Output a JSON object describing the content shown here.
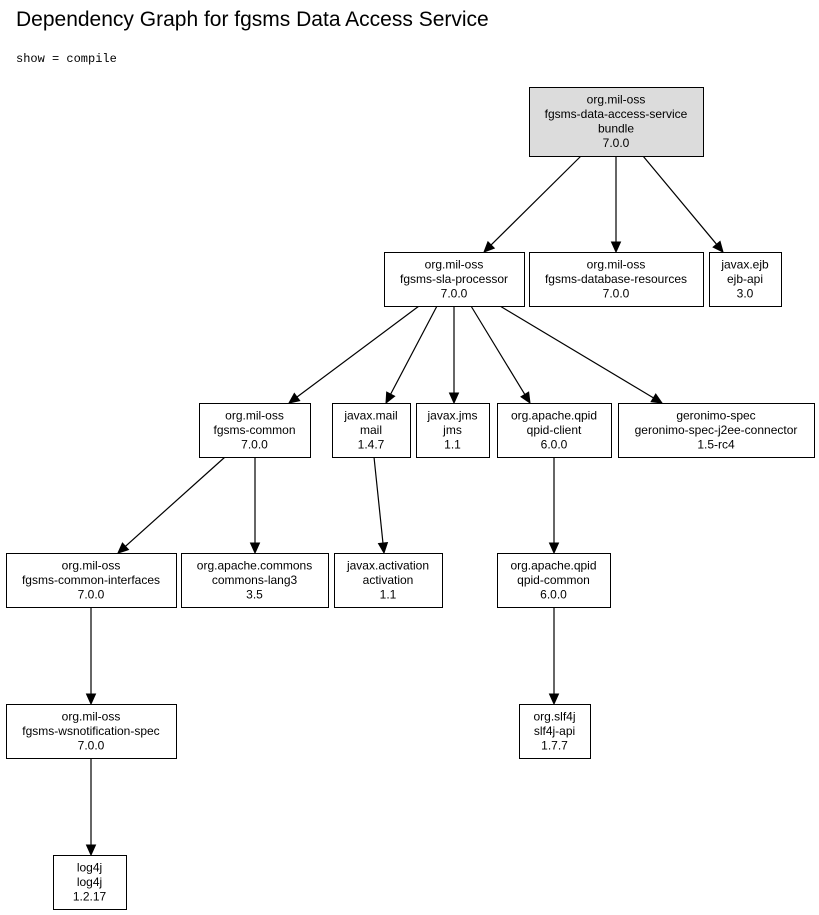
{
  "title": "Dependency Graph for fgsms Data Access Service",
  "subtitle": "show = compile",
  "colors": {
    "root_fill": "#dcdcdc",
    "node_fill": "#ffffff",
    "stroke": "#000000"
  },
  "nodes": [
    {
      "id": "root",
      "lines": [
        "org.mil-oss",
        "fgsms-data-access-service",
        "bundle",
        "7.0.0"
      ],
      "root": true
    },
    {
      "id": "sla",
      "lines": [
        "org.mil-oss",
        "fgsms-sla-processor",
        "7.0.0"
      ]
    },
    {
      "id": "dbres",
      "lines": [
        "org.mil-oss",
        "fgsms-database-resources",
        "7.0.0"
      ]
    },
    {
      "id": "ejb",
      "lines": [
        "javax.ejb",
        "ejb-api",
        "3.0"
      ]
    },
    {
      "id": "common",
      "lines": [
        "org.mil-oss",
        "fgsms-common",
        "7.0.0"
      ]
    },
    {
      "id": "mail",
      "lines": [
        "javax.mail",
        "mail",
        "1.4.7"
      ]
    },
    {
      "id": "jms",
      "lines": [
        "javax.jms",
        "jms",
        "1.1"
      ]
    },
    {
      "id": "qpidclient",
      "lines": [
        "org.apache.qpid",
        "qpid-client",
        "6.0.0"
      ]
    },
    {
      "id": "geronimo",
      "lines": [
        "geronimo-spec",
        "geronimo-spec-j2ee-connector",
        "1.5-rc4"
      ]
    },
    {
      "id": "ifaces",
      "lines": [
        "org.mil-oss",
        "fgsms-common-interfaces",
        "7.0.0"
      ]
    },
    {
      "id": "lang3",
      "lines": [
        "org.apache.commons",
        "commons-lang3",
        "3.5"
      ]
    },
    {
      "id": "activation",
      "lines": [
        "javax.activation",
        "activation",
        "1.1"
      ]
    },
    {
      "id": "qpidcommon",
      "lines": [
        "org.apache.qpid",
        "qpid-common",
        "6.0.0"
      ]
    },
    {
      "id": "wsnotif",
      "lines": [
        "org.mil-oss",
        "fgsms-wsnotification-spec",
        "7.0.0"
      ]
    },
    {
      "id": "slf4j",
      "lines": [
        "org.slf4j",
        "slf4j-api",
        "1.7.7"
      ]
    },
    {
      "id": "log4j",
      "lines": [
        "log4j",
        "log4j",
        "1.2.17"
      ]
    }
  ],
  "edges": [
    [
      "root",
      "sla"
    ],
    [
      "root",
      "dbres"
    ],
    [
      "root",
      "ejb"
    ],
    [
      "sla",
      "common"
    ],
    [
      "sla",
      "mail"
    ],
    [
      "sla",
      "jms"
    ],
    [
      "sla",
      "qpidclient"
    ],
    [
      "sla",
      "geronimo"
    ],
    [
      "common",
      "ifaces"
    ],
    [
      "common",
      "lang3"
    ],
    [
      "mail",
      "activation"
    ],
    [
      "qpidclient",
      "qpidcommon"
    ],
    [
      "ifaces",
      "wsnotif"
    ],
    [
      "qpidcommon",
      "slf4j"
    ],
    [
      "wsnotif",
      "log4j"
    ]
  ]
}
